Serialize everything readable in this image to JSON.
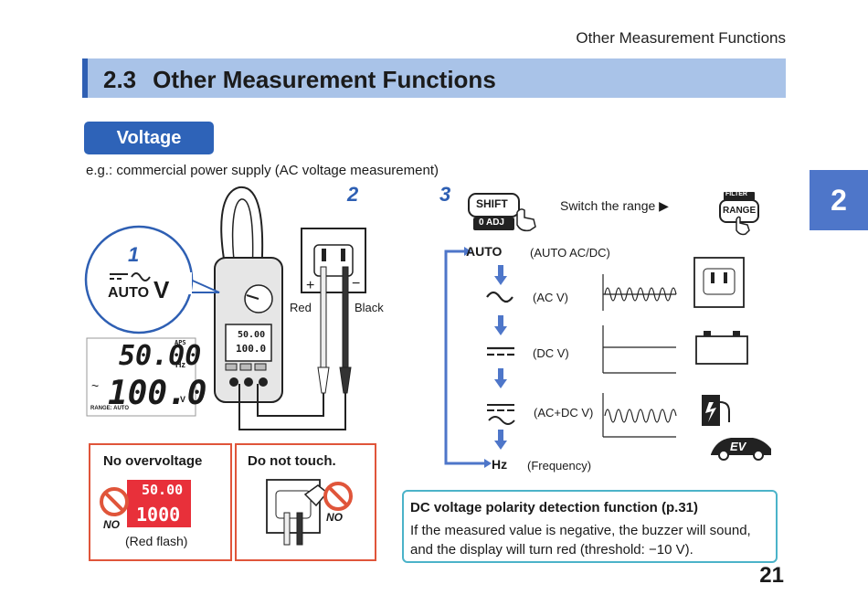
{
  "running_head": "Other Measurement Functions",
  "section": {
    "number": "2.3",
    "title": "Other Measurement Functions"
  },
  "chapter_tab": "2",
  "voltage_pill": "Voltage",
  "example_text": "e.g.: commercial power supply (AC voltage measurement)",
  "steps": {
    "one": "1",
    "two": "2",
    "three": "3"
  },
  "callout": {
    "auto": "AUTO",
    "unit": "V"
  },
  "lcd": {
    "main": "50.00",
    "main_unit": "Hz",
    "secondary": "100.0",
    "sec_unit": "V",
    "ac_mark": "~",
    "range": "RANGE: AUTO",
    "aps": "APS"
  },
  "meter": {
    "display_main": "50.00",
    "display_sub": "100.0",
    "label_red": "Red",
    "label_black": "Black",
    "plus": "+",
    "minus": "−"
  },
  "keys": {
    "shift": "SHIFT",
    "zero_adj": "0 ADJ",
    "filter": "FILTER",
    "range": "RANGE",
    "switch_text": "Switch the range ▶"
  },
  "modes": [
    {
      "label": "AUTO",
      "desc": "(AUTO AC/DC)"
    },
    {
      "symbol": "~",
      "desc": "(AC V)"
    },
    {
      "desc": "(DC V)"
    },
    {
      "desc": "(AC+DC V)"
    },
    {
      "label": "Hz",
      "desc": "(Frequency)"
    }
  ],
  "ev_label": "EV",
  "warnings": {
    "overvoltage": {
      "title": "No overvoltage",
      "caption": "(Red flash)",
      "no": "NO",
      "lcd_main": "50.00",
      "lcd_sub": "1000"
    },
    "no_touch": {
      "title": "Do not touch.",
      "no": "NO"
    }
  },
  "info": {
    "title": "DC voltage polarity detection function (p.31)",
    "line1": "If the measured value is negative, the buzzer will sound,",
    "line2": "and the display will turn red (threshold: −10 V)."
  },
  "page_number": "21",
  "colors": {
    "accent": "#2e63b8",
    "bar": "#a9c3e8",
    "warning": "#e0553a",
    "info_border": "#4bb3c9"
  }
}
